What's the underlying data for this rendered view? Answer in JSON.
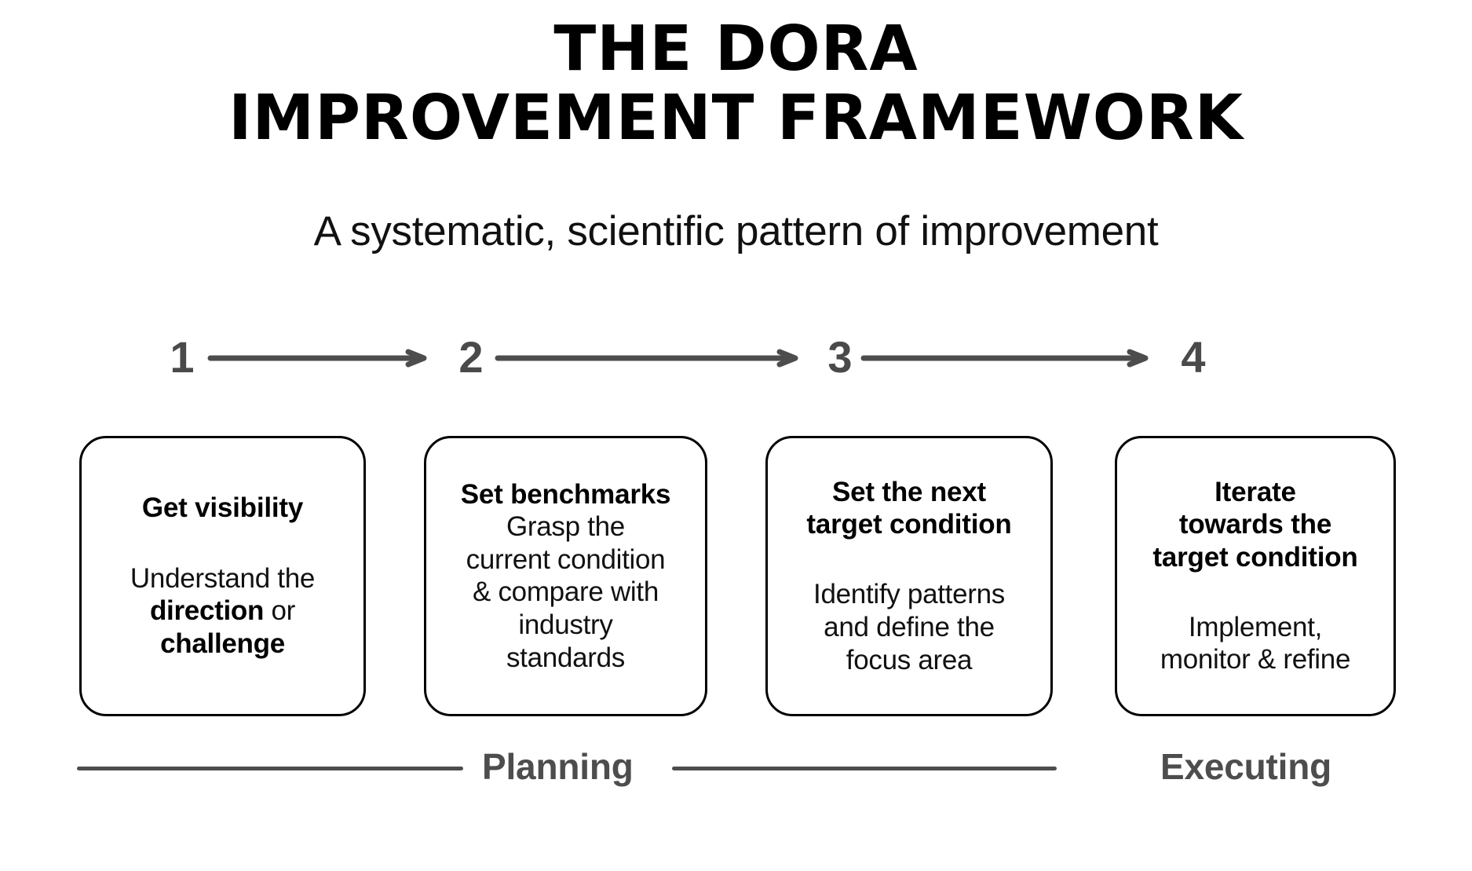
{
  "title": {
    "line1": "THE DORA",
    "line2": "IMPROVEMENT FRAMEWORK"
  },
  "subtitle": "A systematic, scientific pattern of improvement",
  "steps": [
    {
      "number": "1"
    },
    {
      "number": "2"
    },
    {
      "number": "3"
    },
    {
      "number": "4"
    }
  ],
  "cards": [
    {
      "heading": "Get visibility",
      "body_plain": "Understand the direction or challenge",
      "body_parts": [
        {
          "text": "Understand the ",
          "bold": false
        },
        {
          "text": "direction",
          "bold": true
        },
        {
          "text": " or ",
          "bold": false
        },
        {
          "text": "challenge",
          "bold": true
        }
      ],
      "head_lines": [
        "Get visibility"
      ],
      "body_lines": [
        "Understand the",
        "direction or",
        "challenge"
      ],
      "spacer": "large"
    },
    {
      "heading": "Set benchmarks",
      "body_plain": "Grasp the current condition & compare with industry standards",
      "head_lines": [
        "Set benchmarks"
      ],
      "body_lines": [
        "Grasp the",
        "current condition",
        "& compare with",
        "industry",
        "standards"
      ],
      "spacer": "none"
    },
    {
      "heading": "Set the next target condition",
      "body_plain": "Identify patterns and define the focus area",
      "head_lines": [
        "Set the next",
        "target condition"
      ],
      "body_lines": [
        "Identify patterns",
        "and define the",
        "focus area"
      ],
      "spacer": "large"
    },
    {
      "heading": "Iterate towards the target condition",
      "body_plain": "Implement, monitor & refine",
      "head_lines": [
        "Iterate",
        "towards the",
        "target condition"
      ],
      "body_lines": [
        "Implement,",
        "monitor & refine"
      ],
      "spacer": "large"
    }
  ],
  "phases": [
    {
      "label": "Planning"
    },
    {
      "label": "Executing"
    }
  ],
  "colors": {
    "background": "#ffffff",
    "text": "#000000",
    "card_border": "#000000",
    "step_number": "#4a4a4a",
    "arrow": "#4d4d4d",
    "phase_label": "#4d4d4d",
    "phase_line": "#4d4d4d"
  }
}
